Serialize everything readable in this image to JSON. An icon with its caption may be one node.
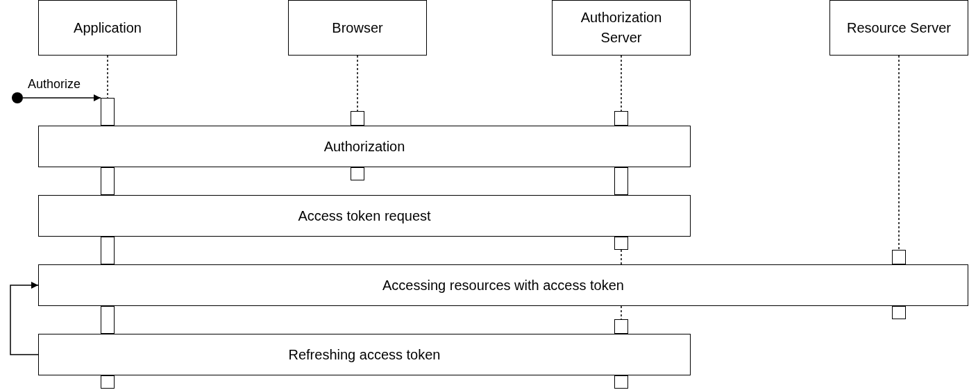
{
  "diagram": {
    "nodes": [
      {
        "text": [
          "Application"
        ]
      },
      {
        "text": [
          "Browser"
        ]
      },
      {
        "text": [
          "Authorization Server"
        ]
      },
      {
        "text": [
          "Resource Server"
        ]
      },
      {
        "text": [],
        "shape": "circle"
      },
      {
        "text": [],
        "shape": "bar"
      },
      {
        "text": [],
        "shape": "bar"
      },
      {
        "text": [],
        "shape": "bar"
      },
      {
        "text": [
          "Authorization"
        ]
      },
      {
        "text": [],
        "shape": "bar"
      },
      {
        "text": [],
        "shape": "bar"
      },
      {
        "text": [],
        "shape": "bar"
      },
      {
        "text": [
          "Access token request"
        ]
      },
      {
        "text": [],
        "shape": "bar"
      },
      {
        "text": [],
        "shape": "bar"
      },
      {
        "text": [],
        "shape": "bar"
      },
      {
        "text": [
          "Accessing resources with access token"
        ]
      },
      {
        "text": [],
        "shape": "bar"
      },
      {
        "text": [],
        "shape": "bar"
      },
      {
        "text": [],
        "shape": "bar"
      },
      {
        "text": [
          "Refreshing access token"
        ]
      },
      {
        "text": [],
        "shape": "bar"
      },
      {
        "text": [],
        "shape": "bar"
      }
    ],
    "edges": [
      {
        "from": 4,
        "to": 5,
        "arrow": "to",
        "label": "Authorize"
      },
      {
        "from": 0,
        "to": 5,
        "arrow": "none",
        "style": "dashed"
      },
      {
        "from": 1,
        "to": 6,
        "arrow": "none",
        "style": "dashed"
      },
      {
        "from": 2,
        "to": 7,
        "arrow": "none",
        "style": "dashed"
      },
      {
        "from": 3,
        "to": 15,
        "arrow": "none",
        "style": "dashed"
      },
      {
        "from": 14,
        "to": 16,
        "arrow": "none",
        "style": "dashed"
      },
      {
        "from": 16,
        "to": 19,
        "arrow": "none",
        "style": "dashed"
      },
      {
        "from": 20,
        "to": 16,
        "arrow": "to"
      }
    ]
  }
}
